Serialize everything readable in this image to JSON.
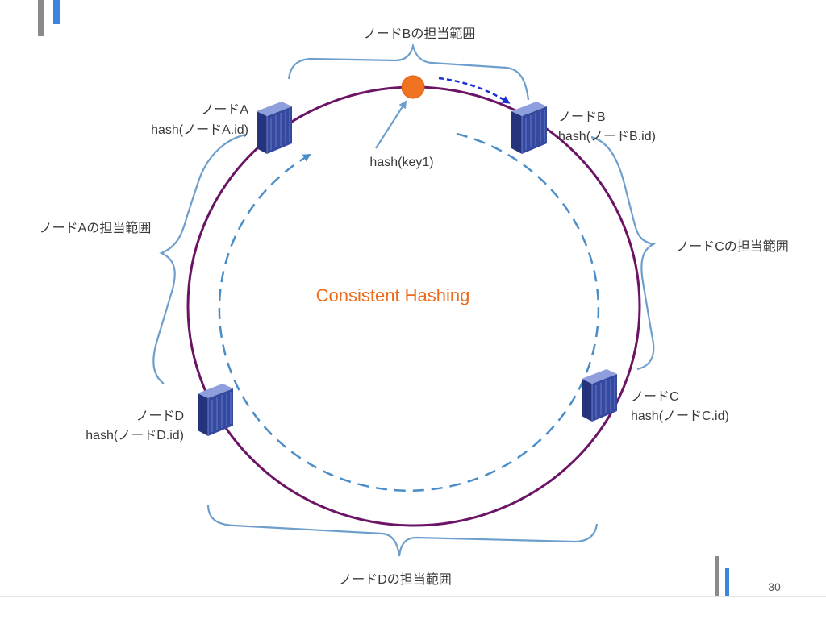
{
  "diagram_title": "Consistent Hashing",
  "key": {
    "label": "hash(key1)"
  },
  "nodes": {
    "a": {
      "name": "ノードA",
      "hash": "hash(ノードA.id)",
      "range": "ノードAの担当範囲"
    },
    "b": {
      "name": "ノードB",
      "hash": "hash(ノードB.id)",
      "range": "ノードBの担当範囲"
    },
    "c": {
      "name": "ノードC",
      "hash": "hash(ノードC.id)",
      "range": "ノードCの担当範囲"
    },
    "d": {
      "name": "ノードD",
      "hash": "hash(ノードD.id)",
      "range": "ノードDの担当範囲"
    }
  },
  "page_number": "30",
  "icons": {
    "node": "server-icon",
    "key": "key-dot"
  },
  "colors": {
    "hash_ring": "#6b1466",
    "range_brace": "#6e9fcc",
    "lookup_arc": "#4b8dc6",
    "key_dot": "#f17322",
    "title": "#ec6c1c",
    "key_move_arrow": "#1c30cf",
    "accent_blue": "#3a86df",
    "accent_gray": "#8a8a8a"
  }
}
